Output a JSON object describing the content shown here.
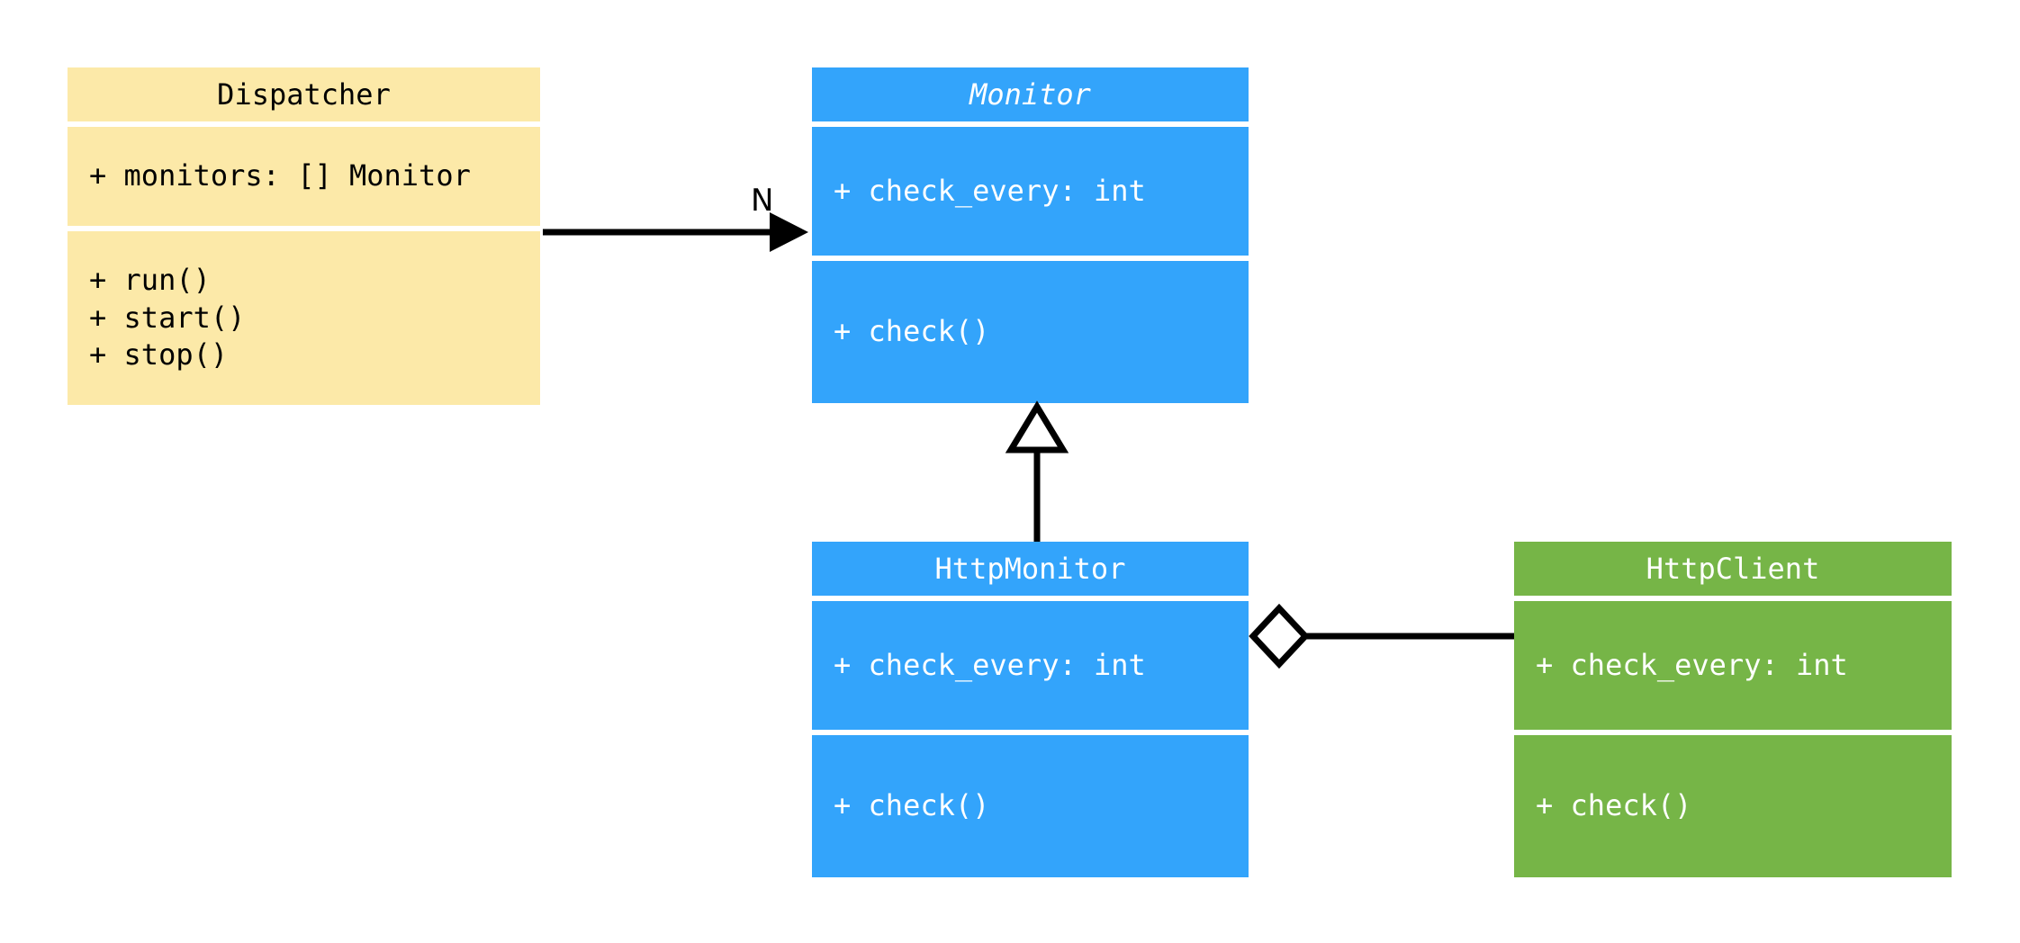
{
  "diagram": {
    "type": "uml-class-diagram",
    "background_color": "#ffffff",
    "classes": [
      {
        "id": "dispatcher",
        "name": "Dispatcher",
        "abstract": false,
        "fill_color": "#fce9a8",
        "text_color": "#000000",
        "attributes": [
          "+ monitors: [] Monitor"
        ],
        "methods": [
          "+ run()",
          "+ start()",
          "+ stop()"
        ]
      },
      {
        "id": "monitor",
        "name": "Monitor",
        "abstract": true,
        "fill_color": "#33a4fb",
        "text_color": "#ffffff",
        "attributes": [
          "+ check_every: int"
        ],
        "methods": [
          "+ check()"
        ]
      },
      {
        "id": "httpmonitor",
        "name": "HttpMonitor",
        "abstract": false,
        "fill_color": "#33a4fb",
        "text_color": "#ffffff",
        "attributes": [
          "+ check_every: int"
        ],
        "methods": [
          "+ check()"
        ]
      },
      {
        "id": "httpclient",
        "name": "HttpClient",
        "abstract": false,
        "fill_color": "#76b547",
        "text_color": "#ffffff",
        "attributes": [
          "+ check_every: int"
        ],
        "methods": [
          "+ check()"
        ]
      }
    ],
    "relationships": [
      {
        "id": "dispatcher-monitor",
        "from": "Dispatcher",
        "to": "Monitor",
        "kind": "association",
        "arrow": "solid-filled-arrow",
        "label": "N"
      },
      {
        "id": "httpmonitor-monitor",
        "from": "HttpMonitor",
        "to": "Monitor",
        "kind": "generalization",
        "arrow": "hollow-triangle",
        "label": ""
      },
      {
        "id": "httpmonitor-httpclient",
        "from": "HttpMonitor",
        "to": "HttpClient",
        "kind": "aggregation",
        "arrow": "hollow-diamond",
        "label": ""
      }
    ]
  }
}
